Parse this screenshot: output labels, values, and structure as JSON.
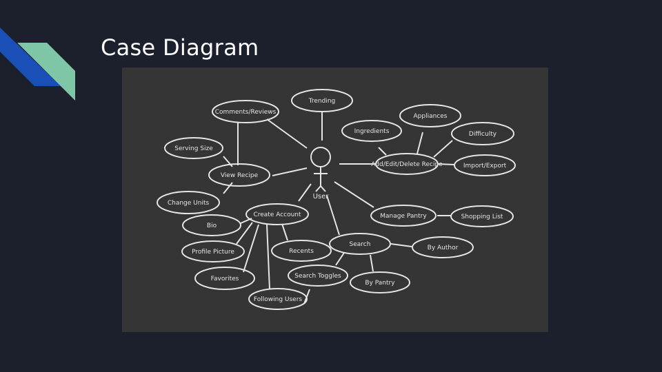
{
  "slide": {
    "title": "Case Diagram",
    "colors": {
      "background": "#1b202c",
      "accent_blue": "#1b4fb8",
      "accent_green": "#7fc6a6",
      "panel": "#353535"
    }
  },
  "diagram": {
    "actor": "User",
    "use_cases": {
      "trending": "Trending",
      "comments_reviews": "Comments/Reviews",
      "serving_size": "Serving Size",
      "view_recipe": "View Recipe",
      "change_units": "Change Units",
      "create_account": "Create Account",
      "bio": "Bio",
      "profile_picture": "Profile Picture",
      "favorites": "Favorites",
      "following_users": "Following Users",
      "recents": "Recents",
      "search": "Search",
      "search_toggles": "Search Toggles",
      "by_pantry": "By Pantry",
      "by_author": "By Author",
      "manage_pantry": "Manage Pantry",
      "shopping_list": "Shopping List",
      "add_edit_delete_recipe": "Add/Edit/Delete Recipe",
      "ingredients": "Ingredients",
      "appliances": "Appliances",
      "difficulty": "Difficulty",
      "import_export": "Import/Export"
    }
  }
}
